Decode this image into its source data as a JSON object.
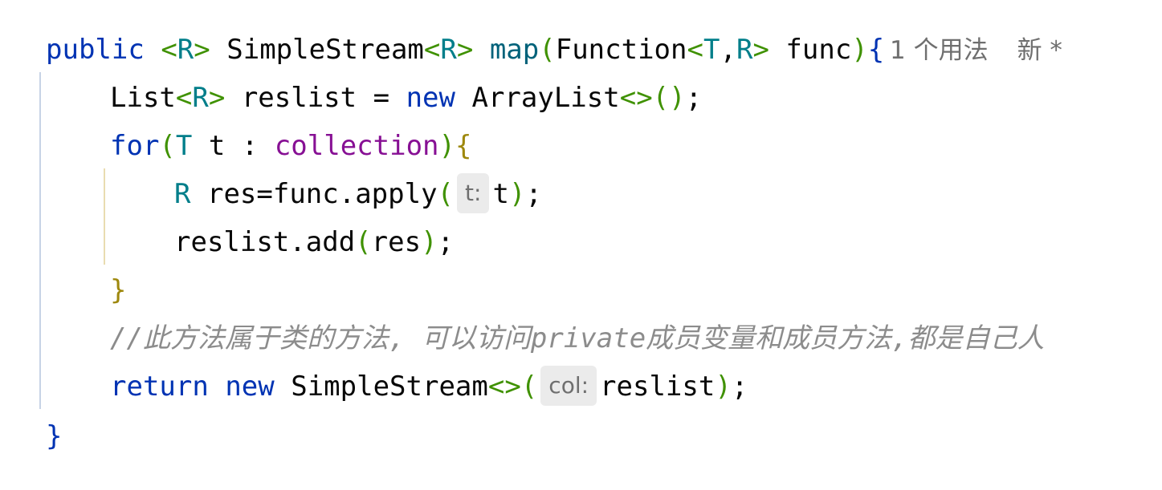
{
  "code": {
    "line1": {
      "public": "public",
      "lt1": "<",
      "r1": "R",
      "gt1": ">",
      "class_name": "SimpleStream",
      "lt2": "<",
      "r2": "R",
      "gt2": ">",
      "method": "map",
      "paren_open": "(",
      "function_type": "Function",
      "lt3": "<",
      "t1": "T",
      "comma": ",",
      "r3": "R",
      "gt3": ">",
      "param": "func",
      "paren_close": ")",
      "brace_open": "{"
    },
    "line2": {
      "list_type": "List",
      "lt": "<",
      "r": "R",
      "gt": ">",
      "var": "reslist",
      "assign": "=",
      "new": "new",
      "ctor": "ArrayList",
      "diamond": "<>",
      "paren_open": "(",
      "paren_close": ")",
      "semicolon": ";"
    },
    "line3": {
      "for": "for",
      "paren_open": "(",
      "t_type": "T",
      "t_var": "t",
      "colon": ":",
      "collection": "collection",
      "paren_close": ")",
      "brace_open": "{"
    },
    "line4": {
      "r_type": "R",
      "expr": "res=func.apply",
      "paren_open": "(",
      "hint": "t:",
      "arg": "t",
      "paren_close": ")",
      "semicolon": ";"
    },
    "line5": {
      "expr": "reslist.add",
      "paren_open": "(",
      "arg": "res",
      "paren_close": ")",
      "semicolon": ";"
    },
    "line6": {
      "brace_close": "}"
    },
    "line7": {
      "comment": "//此方法属于类的方法, 可以访问private成员变量和成员方法,都是自己人"
    },
    "line8": {
      "return": "return",
      "new": "new",
      "ctor": "SimpleStream",
      "diamond": "<>",
      "paren_open": "(",
      "hint": "col:",
      "arg": "reslist",
      "paren_close": ")",
      "semicolon": ";"
    },
    "line9": {
      "brace_close": "}"
    }
  },
  "inlay": {
    "usages": "1 个用法",
    "author": "新 *"
  },
  "colors": {
    "keyword": "#0033b3",
    "type_param": "#007e8a",
    "method": "#00627a",
    "field": "#871094",
    "text": "#080808",
    "bracket_green": "#3f9101",
    "bracket_yellow": "#9e880d",
    "comment": "#8c8c8c",
    "hint_background": "#ebebeb"
  }
}
